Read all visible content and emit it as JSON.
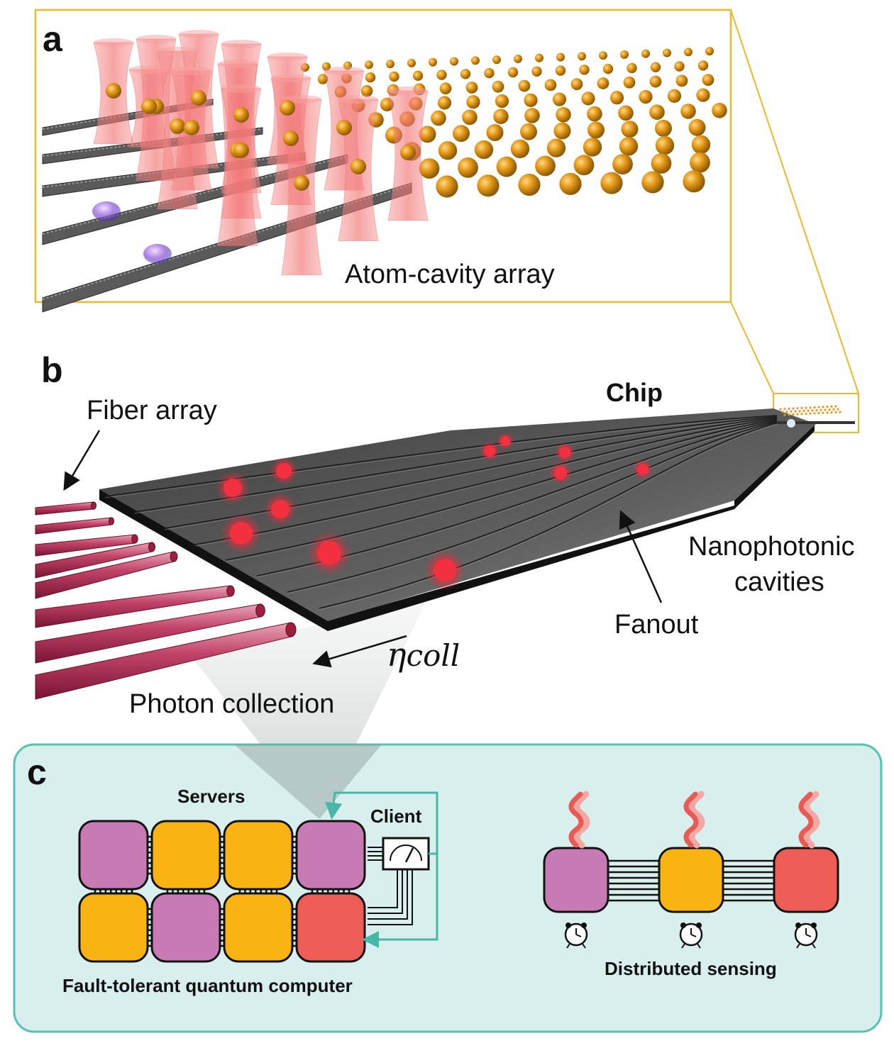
{
  "panel_a": {
    "letter": "a",
    "title": "Atom-cavity array"
  },
  "panel_b": {
    "letter": "b",
    "chip_label": "Chip",
    "fiber_label": "Fiber array",
    "cavities_label_line1": "Nanophotonic",
    "cavities_label_line2": "cavities",
    "fanout_label": "Fanout",
    "eta_symbol": "η",
    "eta_subscript": "coll",
    "photon_collection_label": "Photon collection"
  },
  "panel_c": {
    "letter": "c",
    "servers_label": "Servers",
    "client_label": "Client",
    "ftqc_label": "Fault-tolerant quantum computer",
    "sensing_label": "Distributed sensing",
    "ftqc_grid": [
      [
        "purple",
        "yellow",
        "yellow",
        "purple"
      ],
      [
        "yellow",
        "purple",
        "yellow",
        "red"
      ]
    ],
    "sensing_nodes": [
      "purple",
      "yellow",
      "red"
    ]
  },
  "colors": {
    "frame_yellow": "#f2b62b",
    "atom_orange": "#e69a17",
    "beam_red": "#f28c8c",
    "chip_gray": "#4b4b4b",
    "fiber_red": "#b23055",
    "panel_c_bg": "#d8efed",
    "panel_c_border": "#55c2b4",
    "node_purple": "#c77ab3",
    "node_yellow": "#f9b413",
    "node_red": "#ee5d55",
    "arrow_teal": "#45b8a8"
  }
}
